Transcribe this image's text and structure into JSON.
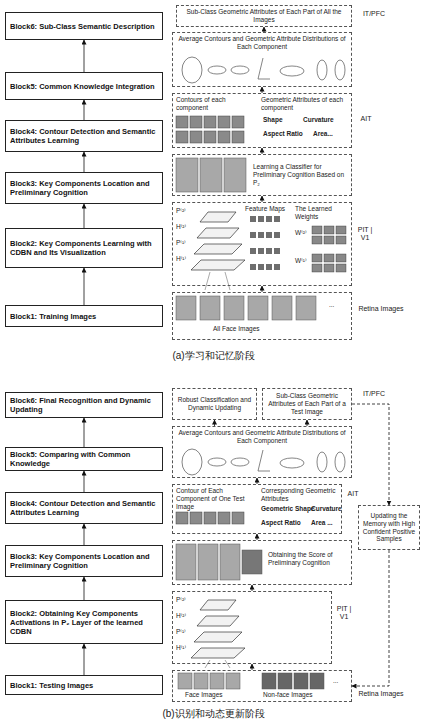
{
  "diagram": {
    "nodes": [
      {
        "text": [
          "Block6: Sub-Class Semantic Description"
        ]
      },
      {
        "text": [
          "Sub-Class Geometric Attributes of Each Part of All the Images"
        ]
      },
      {
        "text": [
          "Block5: Common Knowledge Integration"
        ]
      },
      {
        "text": [
          "Average Contours and Geometric Attribute Distributions of Each Component"
        ]
      },
      {
        "text": [
          "Block4: Contour Detection and Semantic Attributes Learning"
        ]
      },
      {
        "text": [
          "Contours of each component",
          "Geometric Attributes of each component",
          "Shape",
          "Curvature",
          "Aspect Ratio",
          "Area..."
        ]
      },
      {
        "text": [
          "Block3: Key Components Location and Preliminary Cognition"
        ]
      },
      {
        "text": [
          "Learning a Classifier for Preliminary Cognition Based on P₂"
        ]
      },
      {
        "text": [
          "Block2: Key Components Learning with CDBN and Its Visualization"
        ]
      },
      {
        "text": [
          "P⁽²⁾",
          "H⁽²⁾",
          "P⁽¹⁾",
          "H⁽¹⁾",
          "Feature Maps",
          "The Learned Weights",
          "W⁽²⁾",
          "W⁽¹⁾"
        ]
      },
      {
        "text": [
          "Block1: Training Images"
        ]
      },
      {
        "text": [
          "All Face Images",
          "..."
        ]
      },
      {
        "text": [
          "Block6: Final Recognition and Dynamic Updating"
        ]
      },
      {
        "text": [
          "Robust Classification and Dynamic Updating"
        ]
      },
      {
        "text": [
          "Sub-Class Geometric Attributes of Each Part of a Test Image"
        ]
      },
      {
        "text": [
          "Block5: Comparing with Common Knowledge"
        ]
      },
      {
        "text": [
          "Average Contours and Geometric Attribute Distributions of Each Component"
        ]
      },
      {
        "text": [
          "Block4: Contour Detection and Semantic Attributes Learning"
        ]
      },
      {
        "text": [
          "Contour of Each Component of One Test Image",
          "Corresponding Geometric Attributes",
          "Geometric Shape",
          "Curvature",
          "Aspect Ratio",
          "Area ..."
        ]
      },
      {
        "text": [
          "Updating the Memory with High Confident Positive Samples"
        ]
      },
      {
        "text": [
          "Block3: Key Components Location and Preliminary Cognition"
        ]
      },
      {
        "text": [
          "Obtaining the Score of Preliminary Cognition"
        ]
      },
      {
        "text": [
          "Block2: Obtaining Key Components Activations in P₂ Layer of the learned CDBN"
        ]
      },
      {
        "text": [
          "P⁽²⁾",
          "H⁽²⁾",
          "P⁽¹⁾",
          "H⁽¹⁾"
        ]
      },
      {
        "text": [
          "Block1: Testing Images"
        ]
      },
      {
        "text": [
          "Face Images",
          "Non-face Images",
          "..."
        ]
      }
    ],
    "edges": [
      {
        "from": 10,
        "to": 8,
        "arrow": "to"
      },
      {
        "from": 8,
        "to": 6,
        "arrow": "to"
      },
      {
        "from": 6,
        "to": 4,
        "arrow": "to"
      },
      {
        "from": 4,
        "to": 2,
        "arrow": "to"
      },
      {
        "from": 2,
        "to": 0,
        "arrow": "to"
      },
      {
        "from": 11,
        "to": 9,
        "arrow": "to"
      },
      {
        "from": 9,
        "to": 7,
        "arrow": "to"
      },
      {
        "from": 7,
        "to": 5,
        "arrow": "to"
      },
      {
        "from": 5,
        "to": 3,
        "arrow": "to"
      },
      {
        "from": 3,
        "to": 1,
        "arrow": "to"
      },
      {
        "from": 24,
        "to": 22,
        "arrow": "to"
      },
      {
        "from": 22,
        "to": 20,
        "arrow": "to"
      },
      {
        "from": 20,
        "to": 17,
        "arrow": "to"
      },
      {
        "from": 17,
        "to": 15,
        "arrow": "to"
      },
      {
        "from": 15,
        "to": 12,
        "arrow": "to"
      },
      {
        "from": 25,
        "to": 23,
        "arrow": "to"
      },
      {
        "from": 23,
        "to": 21,
        "arrow": "to"
      },
      {
        "from": 21,
        "to": 18,
        "arrow": "to"
      },
      {
        "from": 18,
        "to": 16,
        "arrow": "to"
      },
      {
        "from": 16,
        "to": 13,
        "arrow": "to"
      },
      {
        "from": 16,
        "to": 14,
        "arrow": "to"
      },
      {
        "from": 14,
        "to": 19,
        "arrow": "to"
      },
      {
        "from": 19,
        "to": 25,
        "arrow": "to"
      }
    ],
    "labels": [
      "IT/PFC",
      "AIT",
      "PIT | V1",
      "Retina Images",
      "(a)学习和记忆阶段",
      "IT/PFC",
      "AIT",
      "PIT | V1",
      "Retina Images",
      "(b)识别和动态更新阶段"
    ]
  }
}
